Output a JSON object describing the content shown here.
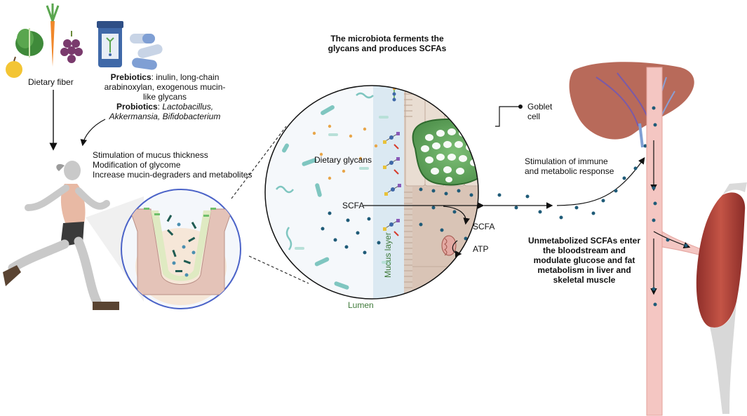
{
  "labels": {
    "dietary_fiber": "Dietary fiber",
    "prebiotics_title": "Prebiotics",
    "prebiotics_rest_1": ": inulin, long-chain",
    "prebiotics_rest_2": "arabinoxylan, exogenous mucin-",
    "prebiotics_rest_3": "like glycans",
    "probiotics_title": "Probiotics",
    "probiotics_colon": ": ",
    "probiotics_species_1": "Lactobacillus,",
    "probiotics_species_2": "Akkermansia, Bifidobacterium",
    "stimulation_1": "Stimulation of mucus thickness",
    "stimulation_2": "Modification of glycome",
    "stimulation_3": "Increase mucin-degraders and metabolites",
    "microbiota_1": "The microbiota ferments the",
    "microbiota_2": "glycans and produces SCFAs",
    "goblet_1": "Goblet",
    "goblet_2": "cell",
    "dietary_glycans": "Dietary glycans",
    "scfa_lumen": "SCFA",
    "scfa_cell": "SCFA",
    "atp": "ATP",
    "mucus_layer": "Mucus layer",
    "lumen": "Lumen",
    "immune_1": "Stimulation of immune",
    "immune_2": "and metabolic response",
    "unmet_1": "Unmetabolized SCFAs enter",
    "unmet_2": "the bloodstream and",
    "unmet_3": "modulate glucose and fat",
    "unmet_4": "metabolism in liver and",
    "unmet_5": "skeletal muscle"
  },
  "colors": {
    "goblet_green": "#5fa55a",
    "mucus_blue": "#d7e7f0",
    "tissue_tan": "#dcccc0",
    "vessel_pink": "#f4c6c2",
    "liver": "#b86a5a",
    "muscle": "#b8453a",
    "scfa_dot": "#1f5b78",
    "lumen_bg": "#e9f1f6"
  }
}
